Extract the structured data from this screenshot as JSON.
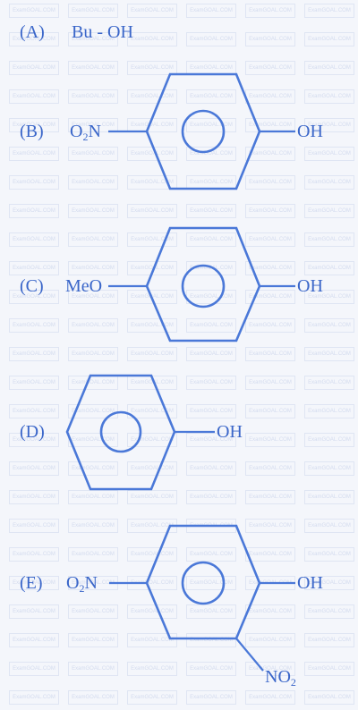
{
  "watermark": {
    "text": "ExamGOAL.COM"
  },
  "options": {
    "A": {
      "label": "(A)",
      "formula": "Bu - OH"
    },
    "B": {
      "label": "(B)",
      "left_group": "O",
      "left_sub": "2",
      "left_tail": "N",
      "right_group": "OH"
    },
    "C": {
      "label": "(C)",
      "left_group": "MeO",
      "right_group": "OH"
    },
    "D": {
      "label": "(D)",
      "right_group": "OH"
    },
    "E": {
      "label": "(E)",
      "left_group": "O",
      "left_sub": "2",
      "left_tail": "N",
      "right_group": "OH",
      "bottom_group": "NO",
      "bottom_sub": "2"
    }
  },
  "colors": {
    "ink": "#3a66c9",
    "bond": "#4a78d8",
    "background": "#f4f6fb"
  }
}
